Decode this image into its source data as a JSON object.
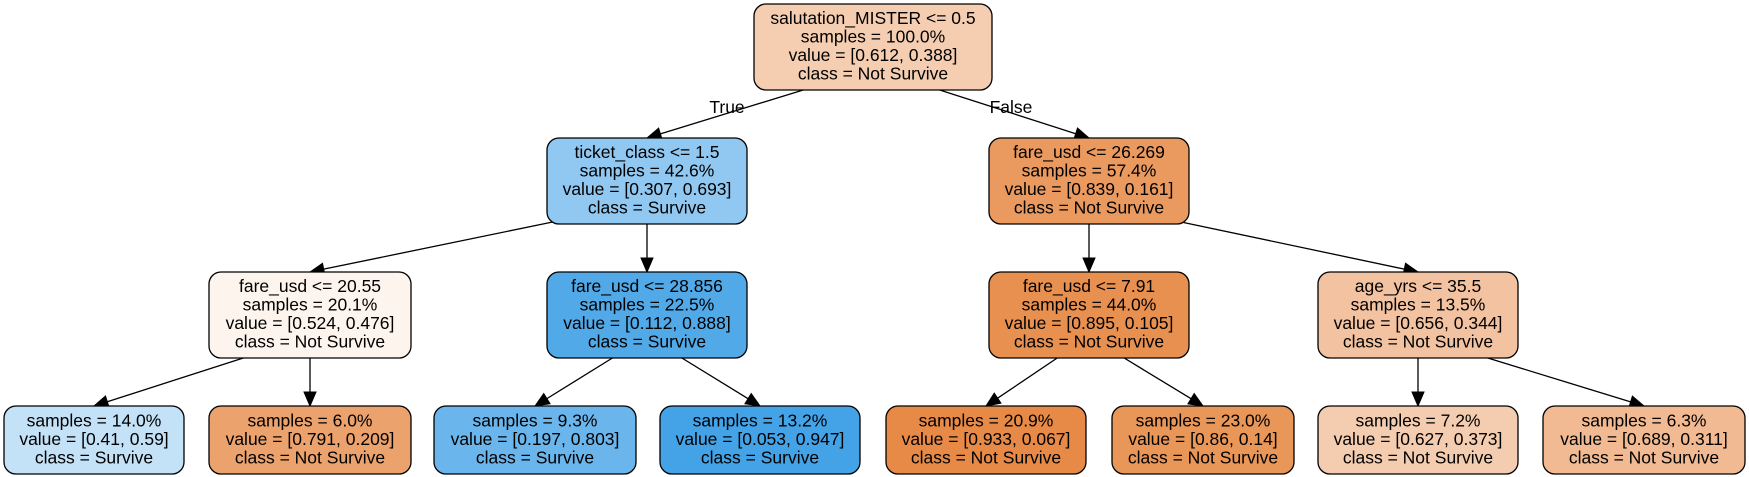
{
  "tree": {
    "nodes": [
      {
        "id": "n0",
        "lines": [
          "salutation_MISTER <= 0.5",
          "samples = 100.0%",
          "value = [0.612, 0.388]",
          "class = Not Survive"
        ],
        "fill": "#f5ceb2"
      },
      {
        "id": "n1",
        "lines": [
          "ticket_class <= 1.5",
          "samples = 42.6%",
          "value = [0.307, 0.693]",
          "class = Survive"
        ],
        "fill": "#91c8f1"
      },
      {
        "id": "n2",
        "lines": [
          "fare_usd <= 26.269",
          "samples = 57.4%",
          "value = [0.839, 0.161]",
          "class = Not Survive"
        ],
        "fill": "#ea995f"
      },
      {
        "id": "n3",
        "lines": [
          "fare_usd <= 20.55",
          "samples = 20.1%",
          "value = [0.524, 0.476]",
          "class = Not Survive"
        ],
        "fill": "#fdf4ed"
      },
      {
        "id": "n4",
        "lines": [
          "fare_usd <= 28.856",
          "samples = 22.5%",
          "value = [0.112, 0.888]",
          "class = Survive"
        ],
        "fill": "#52a9e8"
      },
      {
        "id": "n5",
        "lines": [
          "fare_usd <= 7.91",
          "samples = 44.0%",
          "value = [0.895, 0.105]",
          "class = Not Survive"
        ],
        "fill": "#e89050"
      },
      {
        "id": "n6",
        "lines": [
          "age_yrs <= 35.5",
          "samples = 13.5%",
          "value = [0.656, 0.344]",
          "class = Not Survive"
        ],
        "fill": "#f3c3a1"
      },
      {
        "id": "n7",
        "lines": [
          "samples = 14.0%",
          "value = [0.41, 0.59]",
          "class = Survive"
        ],
        "fill": "#c3e1f7"
      },
      {
        "id": "n8",
        "lines": [
          "samples = 6.0%",
          "value = [0.791, 0.209]",
          "class = Not Survive"
        ],
        "fill": "#eca26d"
      },
      {
        "id": "n9",
        "lines": [
          "samples = 9.3%",
          "value = [0.197, 0.803]",
          "class = Survive"
        ],
        "fill": "#6ab5eb"
      },
      {
        "id": "n10",
        "lines": [
          "samples = 13.2%",
          "value = [0.053, 0.947]",
          "class = Survive"
        ],
        "fill": "#44a2e6"
      },
      {
        "id": "n11",
        "lines": [
          "samples = 20.9%",
          "value = [0.933, 0.067]",
          "class = Not Survive"
        ],
        "fill": "#e78a47"
      },
      {
        "id": "n12",
        "lines": [
          "samples = 23.0%",
          "value = [0.86, 0.14]",
          "class = Not Survive"
        ],
        "fill": "#e99659"
      },
      {
        "id": "n13",
        "lines": [
          "samples = 7.2%",
          "value = [0.627, 0.373]",
          "class = Not Survive"
        ],
        "fill": "#f4ccaf"
      },
      {
        "id": "n14",
        "lines": [
          "samples = 6.3%",
          "value = [0.689, 0.311]",
          "class = Not Survive"
        ],
        "fill": "#f1ba92"
      }
    ],
    "edges": [
      {
        "from": "n0",
        "to": "n1",
        "label": "True"
      },
      {
        "from": "n0",
        "to": "n2",
        "label": "False"
      },
      {
        "from": "n1",
        "to": "n3",
        "label": ""
      },
      {
        "from": "n1",
        "to": "n4",
        "label": ""
      },
      {
        "from": "n2",
        "to": "n5",
        "label": ""
      },
      {
        "from": "n2",
        "to": "n6",
        "label": ""
      },
      {
        "from": "n3",
        "to": "n7",
        "label": ""
      },
      {
        "from": "n3",
        "to": "n8",
        "label": ""
      },
      {
        "from": "n4",
        "to": "n9",
        "label": ""
      },
      {
        "from": "n4",
        "to": "n10",
        "label": ""
      },
      {
        "from": "n5",
        "to": "n11",
        "label": ""
      },
      {
        "from": "n5",
        "to": "n12",
        "label": ""
      },
      {
        "from": "n6",
        "to": "n13",
        "label": ""
      },
      {
        "from": "n6",
        "to": "n14",
        "label": ""
      }
    ]
  }
}
